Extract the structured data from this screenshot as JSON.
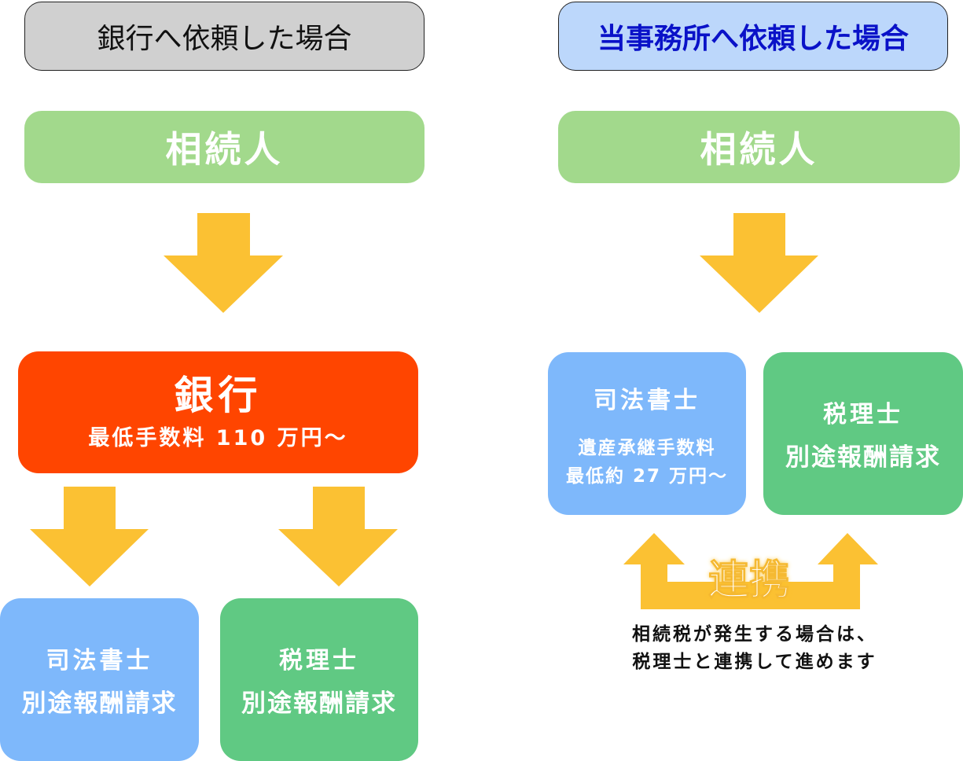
{
  "left": {
    "header": "銀行へ依頼した場合",
    "heir": "相続人",
    "bank": {
      "title": "銀行",
      "fee": "最低手数料 110 万円～"
    },
    "scrivener": {
      "name": "司法書士",
      "fee": "別途報酬請求"
    },
    "tax_accountant": {
      "name": "税理士",
      "fee": "別途報酬請求"
    }
  },
  "right": {
    "header": "当事務所へ依頼した場合",
    "heir": "相続人",
    "scrivener": {
      "name": "司法書士",
      "fee_line1": "遺産承継手数料",
      "fee_line2": "最低約 27 万円～"
    },
    "tax_accountant": {
      "name": "税理士",
      "fee": "別途報酬請求"
    },
    "collaboration": "連携",
    "note_line1": "相続税が発生する場合は、",
    "note_line2": "税理士と連携して進めます"
  },
  "colors": {
    "arrow": "#fbc133",
    "bank": "#ff4500",
    "scrivener": "#7eb8fb",
    "tax_accountant": "#60c983",
    "heir": "#a2d98c"
  }
}
